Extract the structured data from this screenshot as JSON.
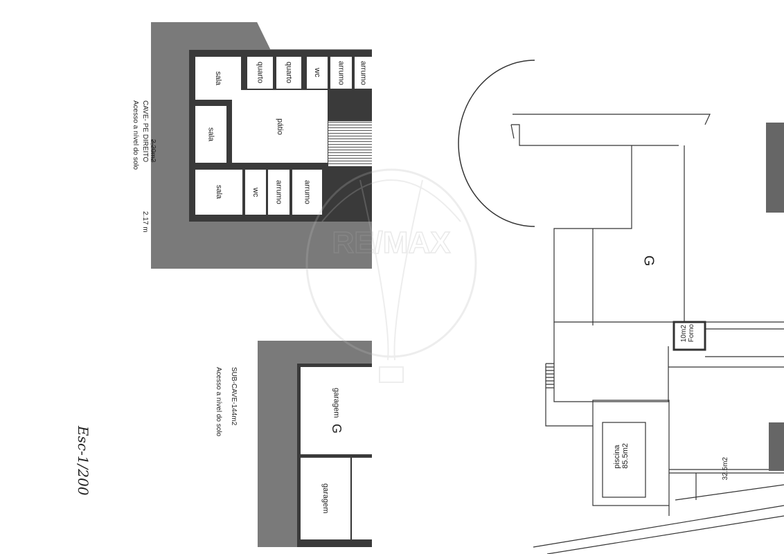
{
  "cave": {
    "title": "CAVE- PE DIREITO",
    "struck_value": "2,20m2",
    "height": "2.17 m",
    "access": "Acesso a nível do solo",
    "rooms": {
      "sala_1": "sala",
      "quarto_1": "quarto",
      "quarto_2": "quarto",
      "wc_1": "wc",
      "arrumo_1": "arrumo",
      "arrumo_2": "arrumo",
      "sala_2": "sala",
      "patio": "pátio",
      "sala_3": "sala",
      "wc_2": "wc",
      "arrumo_3": "arrumo",
      "arrumo_4": "arrumo"
    }
  },
  "sub_cave": {
    "title": "SUB-CAVE-144m2",
    "access": "Acesso a nível do solo",
    "rooms": {
      "garagem_1": "garagem",
      "garagem_2": "garagem"
    },
    "marker": "G"
  },
  "site": {
    "marker": "G",
    "forno_area": "10m2",
    "forno_label": "Forno",
    "piscina_label": "piscina",
    "piscina_area": "85.5m2",
    "terrace_area": "32.5m2"
  },
  "scale_note": "Esc-1/200",
  "watermark": "RE/MAX",
  "colors": {
    "fill": "#7a7a7a",
    "wall": "#3a3a3a",
    "line": "#333333"
  }
}
